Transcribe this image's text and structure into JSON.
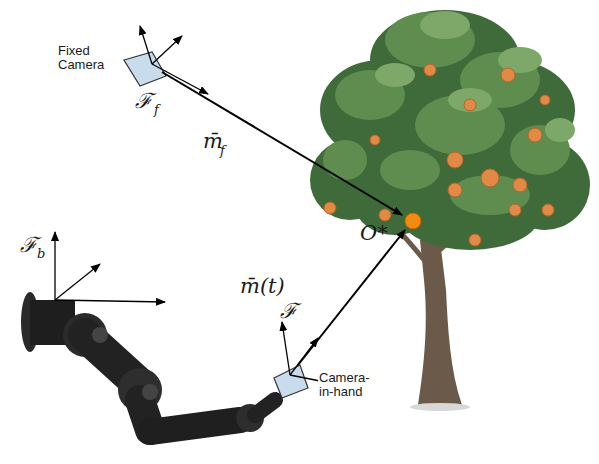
{
  "diagram": {
    "labels": [
      "Fixed Camera",
      "ℱ",
      "f",
      "m̄",
      "f",
      "ℱ",
      "b",
      "O*",
      "m̄(t)",
      "ℱ",
      "Camera-in-hand"
    ]
  }
}
